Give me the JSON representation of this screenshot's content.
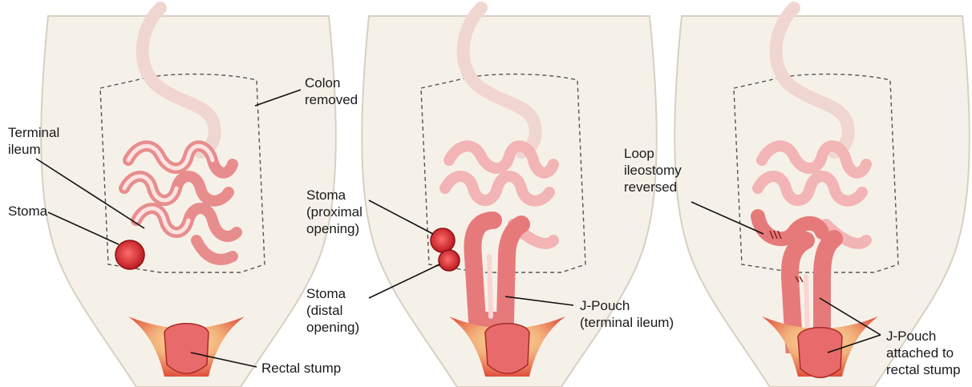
{
  "panels": [
    {
      "labels": {
        "colon_removed": "Colon\nremoved",
        "terminal_ileum": "Terminal\nileum",
        "stoma": "Stoma",
        "rectal_stump": "Rectal stump"
      }
    },
    {
      "labels": {
        "stoma_proximal": "Stoma\n(proximal\nopening)",
        "stoma_distal": "Stoma\n(distal\nopening)",
        "j_pouch": "J-Pouch\n(terminal ileum)"
      }
    },
    {
      "labels": {
        "loop_reversed": "Loop\nileostomy\nreversed",
        "j_pouch_attached": "J-Pouch\nattached to\nrectal stump"
      }
    }
  ],
  "colors": {
    "skin": "#f6f1e8",
    "skin_edge": "#d8cfc2",
    "bowel_light": "#fbdede",
    "bowel_mid": "#f2a7a7",
    "bowel_dark": "#d94a4a",
    "stoma": "#d8262b",
    "dashed": "#555555"
  }
}
